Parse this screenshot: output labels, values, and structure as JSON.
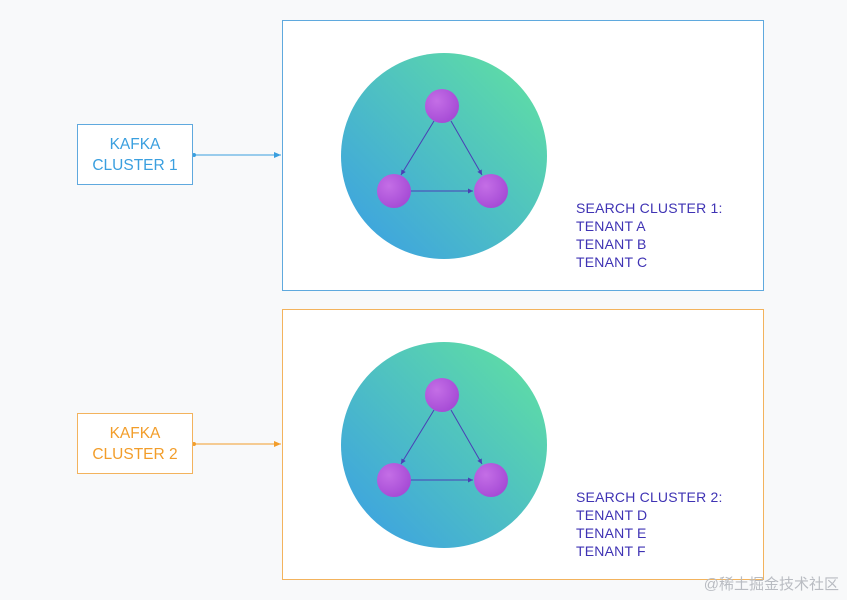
{
  "colors": {
    "blue_accent": "#3a9fdf",
    "orange_accent": "#f29d2a",
    "tenant_text": "#3f33b4",
    "node_fill": "#b65bdc",
    "edge": "#4a3fb5",
    "circle_gradient_start": "#62e39f",
    "circle_gradient_end": "#3a9de6"
  },
  "kafka_clusters": [
    {
      "line1": "KAFKA",
      "line2": "CLUSTER 1"
    },
    {
      "line1": "KAFKA",
      "line2": "CLUSTER 2"
    }
  ],
  "search_clusters": [
    {
      "title": "SEARCH CLUSTER 1:",
      "tenants": [
        "TENANT A",
        "TENANT B",
        "TENANT C"
      ]
    },
    {
      "title": "SEARCH CLUSTER 2:",
      "tenants": [
        "TENANT D",
        "TENANT E",
        "TENANT F"
      ]
    }
  ],
  "watermark": "@稀土掘金技术社区"
}
